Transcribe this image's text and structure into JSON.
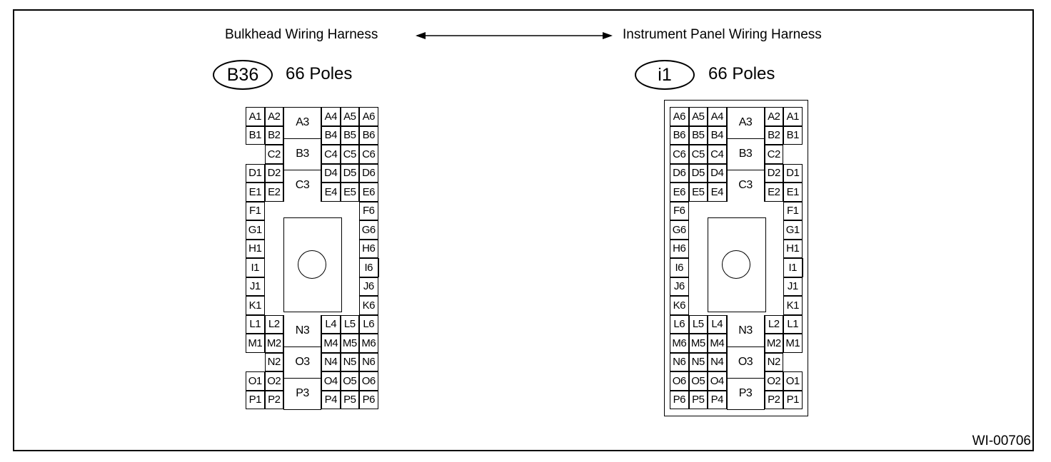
{
  "header": {
    "left_label": "Bulkhead Wiring Harness",
    "right_label": "Instrument Panel Wiring Harness"
  },
  "left_connector": {
    "code": "B36",
    "poles": "66 Poles",
    "rows": [
      [
        "A1",
        "A2",
        "A4",
        "A5",
        "A6"
      ],
      [
        "B1",
        "B2",
        "B4",
        "B5",
        "B6"
      ],
      [
        "",
        "C2",
        "C4",
        "C5",
        "C6"
      ],
      [
        "D1",
        "D2",
        "D4",
        "D5",
        "D6"
      ],
      [
        "E1",
        "E2",
        "E4",
        "E5",
        "E6"
      ],
      [
        "F1",
        "F6"
      ],
      [
        "G1",
        "G6"
      ],
      [
        "H1",
        "H6"
      ],
      [
        "I1",
        "I6"
      ],
      [
        "J1",
        "J6"
      ],
      [
        "K1",
        "K6"
      ],
      [
        "L1",
        "L2",
        "L4",
        "L5",
        "L6"
      ],
      [
        "M1",
        "M2",
        "M4",
        "M5",
        "M6"
      ],
      [
        "",
        "N2",
        "N4",
        "N5",
        "N6"
      ],
      [
        "O1",
        "O2",
        "O4",
        "O5",
        "O6"
      ],
      [
        "P1",
        "P2",
        "P4",
        "P5",
        "P6"
      ]
    ],
    "center": [
      "A3",
      "B3",
      "C3",
      "N3",
      "O3",
      "P3"
    ]
  },
  "right_connector": {
    "code": "i1",
    "poles": "66 Poles",
    "rows": [
      [
        "A6",
        "A5",
        "A4",
        "A2",
        "A1"
      ],
      [
        "B6",
        "B5",
        "B4",
        "B2",
        "B1"
      ],
      [
        "C6",
        "C5",
        "C4",
        "C2",
        ""
      ],
      [
        "D6",
        "D5",
        "D4",
        "D2",
        "D1"
      ],
      [
        "E6",
        "E5",
        "E4",
        "E2",
        "E1"
      ],
      [
        "F6",
        "F1"
      ],
      [
        "G6",
        "G1"
      ],
      [
        "H6",
        "H1"
      ],
      [
        "I6",
        "I1"
      ],
      [
        "J6",
        "J1"
      ],
      [
        "K6",
        "K1"
      ],
      [
        "L6",
        "L5",
        "L4",
        "L2",
        "L1"
      ],
      [
        "M6",
        "M5",
        "M4",
        "M2",
        "M1"
      ],
      [
        "N6",
        "N5",
        "N4",
        "N2",
        ""
      ],
      [
        "O6",
        "O5",
        "O4",
        "O2",
        "O1"
      ],
      [
        "P6",
        "P5",
        "P4",
        "P2",
        "P1"
      ]
    ],
    "center": [
      "A3",
      "B3",
      "C3",
      "N3",
      "O3",
      "P3"
    ]
  },
  "figure_code": "WI-00706"
}
